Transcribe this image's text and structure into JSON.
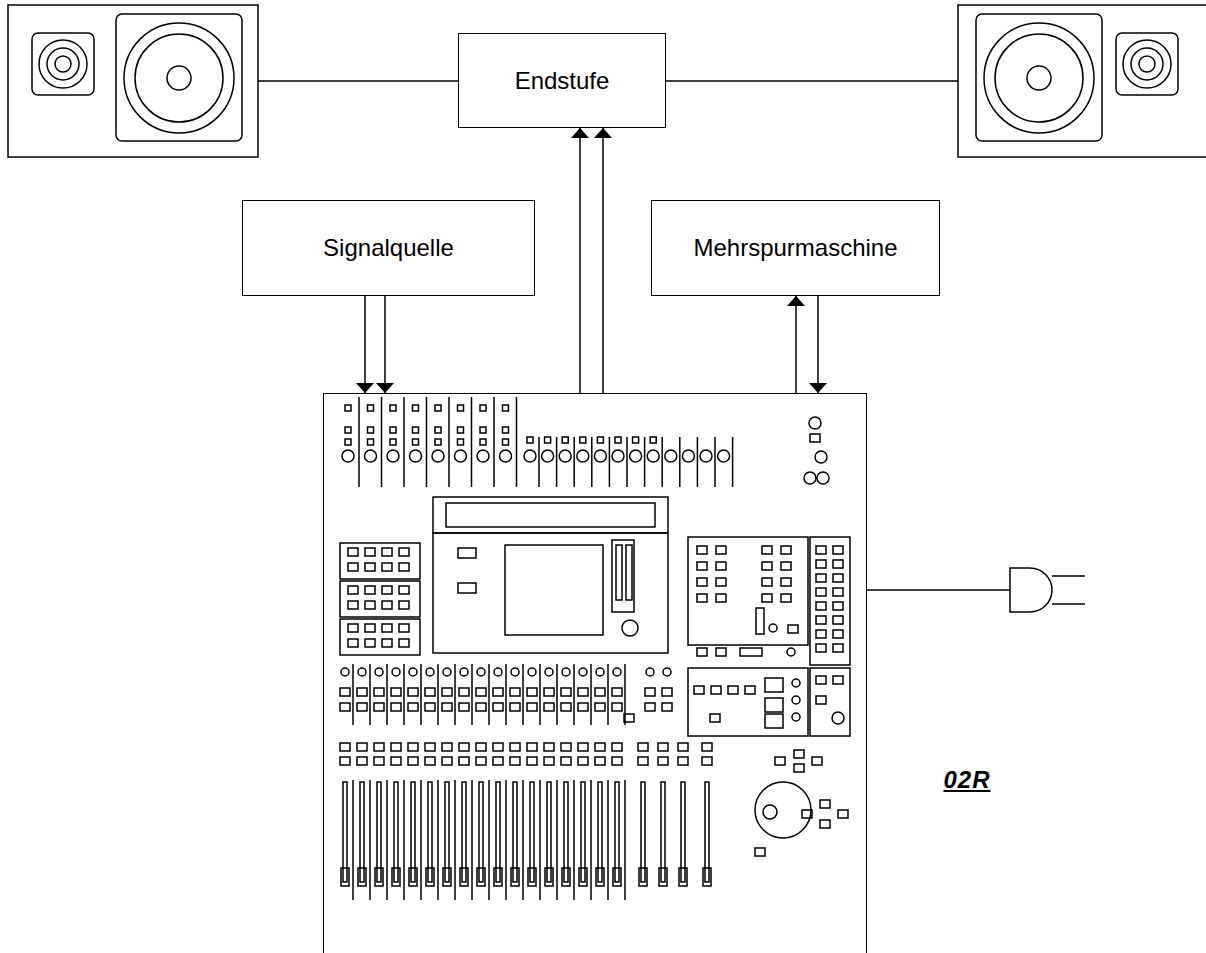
{
  "diagram": {
    "nodes": [
      {
        "text": [
          "Endstufe"
        ]
      },
      {
        "text": [
          "Signalquelle"
        ]
      },
      {
        "text": [
          "Mehrspurmaschine"
        ]
      },
      {
        "text": [
          "02R"
        ]
      }
    ],
    "edges": [
      {
        "from": 1,
        "to": 3,
        "arrow": "to"
      },
      {
        "from": 1,
        "to": 3,
        "arrow": "to"
      },
      {
        "from": 3,
        "to": 0,
        "arrow": "to"
      },
      {
        "from": 3,
        "to": 0,
        "arrow": "to"
      },
      {
        "from": 3,
        "to": 2,
        "arrow": "to"
      },
      {
        "from": 2,
        "to": 3,
        "arrow": "to"
      }
    ]
  }
}
